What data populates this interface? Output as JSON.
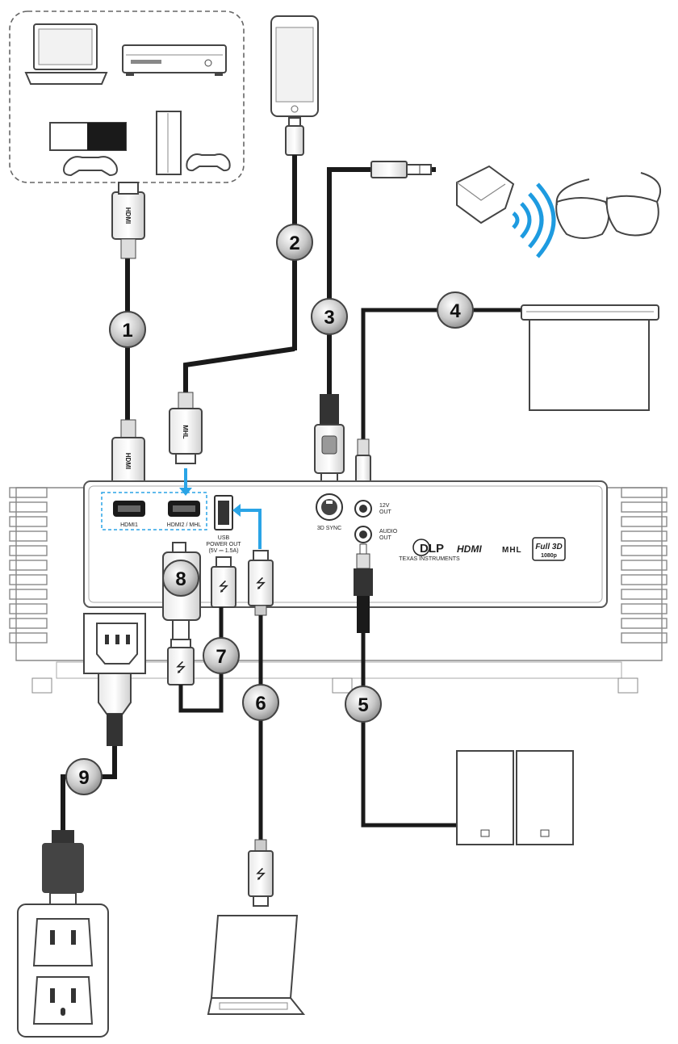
{
  "callouts": [
    "1",
    "2",
    "3",
    "4",
    "5",
    "6",
    "7",
    "8",
    "9"
  ],
  "ports": {
    "hdmi1": "HDMI1",
    "hdmi2": "HDMI2 / MHL",
    "usb_power_line1": "USB",
    "usb_power_line2": "POWER OUT",
    "usb_power_line3": "(5V ⎓ 1.5A)",
    "sync": "3D SYNC",
    "out12v_line1": "12V",
    "out12v_line2": "OUT",
    "audio_line1": "AUDIO",
    "audio_line2": "OUT"
  },
  "logos": {
    "dlp": "DLP",
    "dlp_sub": "TEXAS INSTRUMENTS",
    "hdmi": "HDMI",
    "mhl": "MHL",
    "full3d": "Full 3D",
    "full3d_sub": "1080p"
  },
  "colors": {
    "cable": "#1a1a1a",
    "arrow": "#2aa4e6",
    "wireless": "#1e9be0",
    "outline": "#444444"
  }
}
